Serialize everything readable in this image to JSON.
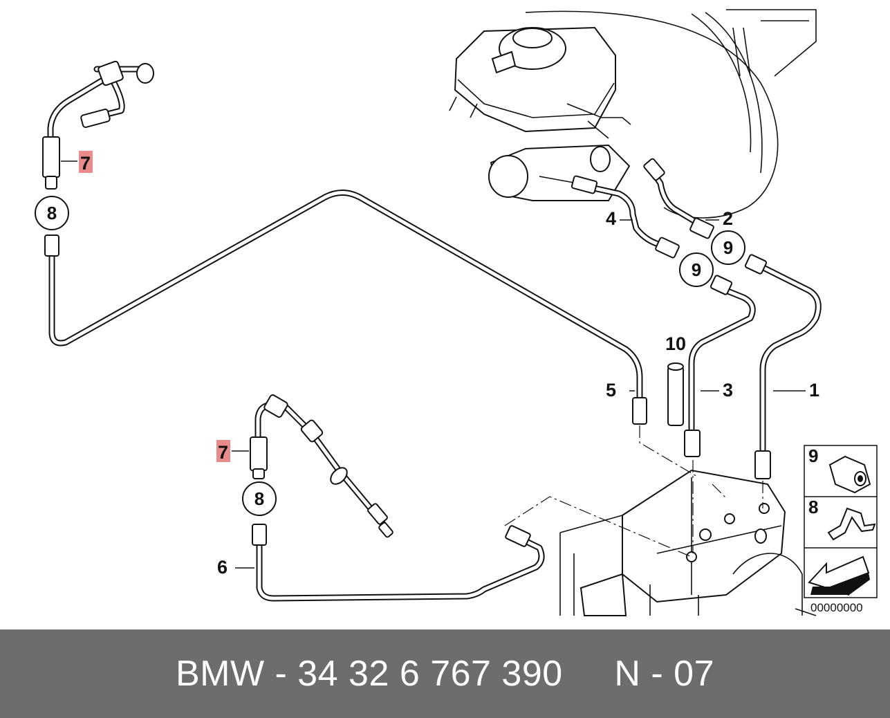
{
  "callouts": {
    "c1": "1",
    "c2": "2",
    "c3": "3",
    "c4": "4",
    "c5": "5",
    "c6": "6",
    "c7a": "7",
    "c7b": "7",
    "c10": "10"
  },
  "circled": {
    "c8a": "8",
    "c8b": "8",
    "c9a": "9",
    "c9b": "9"
  },
  "legend": {
    "item_top": "9",
    "item_mid": "8",
    "code": "00000000"
  },
  "footer": {
    "text": "BMW - 34 32 6 767 390     N - 07"
  },
  "colors": {
    "highlight": "#e98b8b",
    "footer_bg": "#6d6d6d",
    "footer_text": "#ffffff"
  }
}
